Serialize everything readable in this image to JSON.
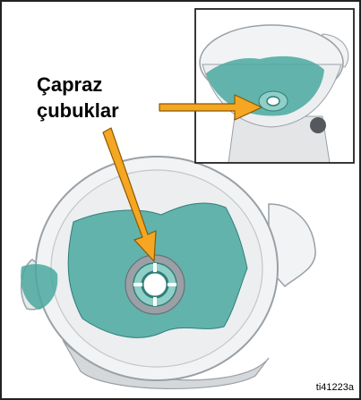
{
  "callout": {
    "line1": "Çapraz",
    "line2": "çubuklar"
  },
  "figure_id": "ti41223a",
  "colors": {
    "fluid": "#4aa89f",
    "fluid_light": "#8fcfc8",
    "arrow": "#f5a623",
    "arrow_outline": "#8a5a00",
    "frame": "#222222",
    "plastic": "#f2f3f4",
    "plastic_edge": "#9aa0a6"
  }
}
